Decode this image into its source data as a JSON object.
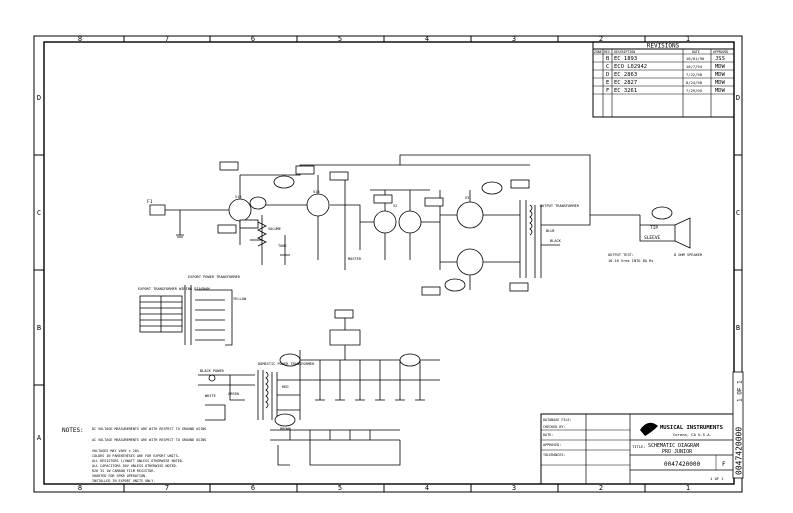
{
  "border": {
    "columns_top": [
      "8",
      "7",
      "6",
      "5",
      "4",
      "3",
      "2",
      "1"
    ],
    "columns_bottom": [
      "8",
      "7",
      "6",
      "5",
      "4",
      "3",
      "2",
      "1"
    ],
    "rows": [
      "D",
      "C",
      "B",
      "A"
    ]
  },
  "revisions": {
    "title": "REVISIONS",
    "headers": [
      "ZONE",
      "REV",
      "DESCRIPTION",
      "DATE",
      "APPROVED"
    ],
    "rows": [
      {
        "rev": "B",
        "desc": "EC 1893",
        "date": "10/01/96",
        "appr": "JSS"
      },
      {
        "rev": "C",
        "desc": "ECO L02942",
        "date": "10/7/94",
        "appr": "MDW"
      },
      {
        "rev": "D",
        "desc": "EC 2863",
        "date": "7/22/98",
        "appr": "MDW"
      },
      {
        "rev": "E",
        "desc": "EC 2827",
        "date": "8/24/98",
        "appr": "MDW"
      },
      {
        "rev": "F",
        "desc": "EC 3261",
        "date": "7/29/05",
        "appr": "MDW"
      }
    ]
  },
  "title_block": {
    "company": "MUSICAL INSTRUMENTS",
    "location": "Corona, CA U.S.A.",
    "title_label": "TITLE:",
    "title_line1": "SCHEMATIC DIAGRAM",
    "title_line2": "PRO JUNIOR",
    "doc_number": "0047420000",
    "rev": "F",
    "sheet": "1 OF 1",
    "side_number": "0047420000",
    "side_sheet": "1 OF 1",
    "datafile_label": "DATABASE FILE:",
    "checked_label": "CHECKED BY:",
    "date_label": "DATE:",
    "approved_label": "APPROVED:",
    "tolerances_label": "TOLERANCES:"
  },
  "notes": {
    "label": "NOTES:",
    "items": [
      "DC VOLTAGE MEASUREMENTS ARE WITH RESPECT TO GROUND USING",
      "AC VOLTAGE MEASUREMENTS ARE WITH RESPECT TO GROUND USING",
      "VOLTAGES MAY VARY ± 20%.",
      "COLORS IN PARENTHESES ARE FOR EXPORT UNITS.",
      "ALL RESISTORS 1/4WATT UNLESS OTHERWISE NOTED.",
      "ALL CAPACITORS 50V UNLESS OTHERWISE NOTED.",
      "R26 IS 1W CARBON FILM RESISTOR.",
      "SHORTED FOR SPKR OPERATION.",
      "INSTALLED IN EXPORT UNITS ONLY."
    ]
  },
  "labels": {
    "output_transformer": "OUTPUT TRANSFORMER",
    "power_transformer": "DOMESTIC POWER TRANSFORMER",
    "export_power": "EXPORT POWER TRANSFORMER",
    "export_wiring": "EXPORT TRANSFORMER WIRING DIAGRAM",
    "speaker": "8 OHM SPEAKER",
    "tip": "TIP",
    "sleeve": "SLEEVE",
    "volume": "VOLUME",
    "tone": "TONE",
    "master": "MASTER",
    "black_power": "BLACK POWER",
    "fuse_label": "F1",
    "output_note": "OUTPUT TEST:",
    "output_spec": "16.16 Vrms INTO 8Ω Rs",
    "green": "GREEN",
    "white": "WHITE",
    "black": "BLACK",
    "brown": "BROWN",
    "red": "RED",
    "blue": "BLUE",
    "yellow": "YELLOW",
    "v1a": "V1A",
    "v1b": "V1B",
    "v2": "V2",
    "v3": "V3"
  },
  "colors": {
    "ink": "#000000",
    "paper": "#ffffff"
  }
}
